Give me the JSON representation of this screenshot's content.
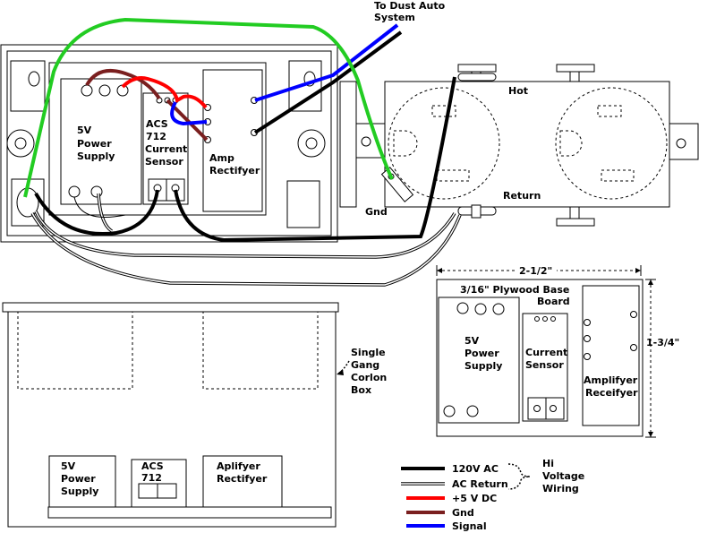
{
  "title_top": {
    "line1": "To Dust Auto",
    "line2": "System"
  },
  "top_view": {
    "power_supply": {
      "line1": "5V",
      "line2": "Power",
      "line3": "Supply"
    },
    "current_sensor": {
      "line1": "ACS",
      "line2": "712",
      "line3": "Current",
      "line4": "Sensor"
    },
    "amp": {
      "line1": "Amp",
      "line2": "Rectifyer"
    }
  },
  "outlet": {
    "hot": "Hot",
    "return": "Return",
    "gnd": "Gnd"
  },
  "board_view": {
    "width_dim": "2-1/2\"",
    "height_dim": "1-3/4\"",
    "title": {
      "line1": "3/16\" Plywood Base",
      "line2": "Board"
    },
    "power_supply": {
      "line1": "5V",
      "line2": "Power",
      "line3": "Supply"
    },
    "current_sensor": {
      "line1": "Current",
      "line2": "Sensor"
    },
    "amplifier": {
      "line1": "Amplifyer",
      "line2": "Receifyer"
    }
  },
  "side_view": {
    "box_label": {
      "line1": "Single",
      "line2": "Gang",
      "line3": "Corlon",
      "line4": "Box"
    },
    "power_supply": {
      "line1": "5V",
      "line2": "Power",
      "line3": "Supply"
    },
    "sensor": {
      "line1": "ACS",
      "line2": "712"
    },
    "amp": {
      "line1": "Aplifyer",
      "line2": "Rectifyer"
    }
  },
  "legend": {
    "items": [
      {
        "label": "120V AC",
        "color": "#000000"
      },
      {
        "label": "AC Return",
        "color": "#000000"
      },
      {
        "label": "+5 V DC",
        "color": "#ff0000"
      },
      {
        "label": "Gnd",
        "color": "#7a1f1f"
      },
      {
        "label": "Signal",
        "color": "#0000ff"
      }
    ],
    "bracket": {
      "line1": "Hi",
      "line2": "Voltage",
      "line3": "Wiring"
    }
  },
  "colors": {
    "ac_hot": "#000000",
    "plus5v": "#ff0000",
    "gnd": "#7a1f1f",
    "signal": "#0000ff",
    "ground_wire": "#22cc22"
  }
}
